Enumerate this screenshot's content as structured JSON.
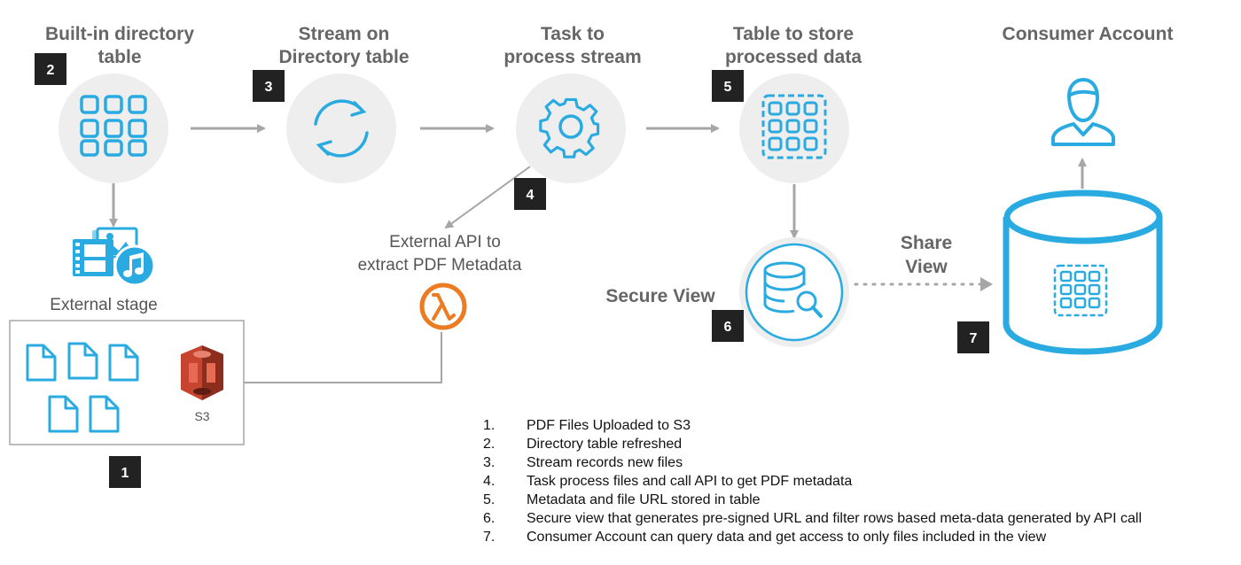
{
  "titles": {
    "directory_line1": "Built-in directory",
    "directory_line2": "table",
    "stream_line1": "Stream on",
    "stream_line2": "Directory table",
    "task_line1": "Task to",
    "task_line2": "process stream",
    "table_line1": "Table to store",
    "table_line2": "processed data",
    "consumer": "Consumer Account"
  },
  "labels": {
    "external_stage": "External stage",
    "s3": "S3",
    "external_api_line1": "External API to",
    "external_api_line2": "extract PDF Metadata",
    "secure_view": "Secure View",
    "share_line1": "Share",
    "share_line2": "View"
  },
  "badges": {
    "b1": "1",
    "b2": "2",
    "b3": "3",
    "b4": "4",
    "b5": "5",
    "b6": "6",
    "b7": "7"
  },
  "steps": [
    {
      "num": "1.",
      "text": "PDF Files Uploaded to S3"
    },
    {
      "num": "2.",
      "text": "Directory table refreshed"
    },
    {
      "num": "3.",
      "text": "Stream records new files"
    },
    {
      "num": "4.",
      "text": "Task process files and call API to get PDF metadata"
    },
    {
      "num": "5.",
      "text": "Metadata and file URL stored in table"
    },
    {
      "num": "6.",
      "text": "Secure view that generates pre-signed URL and filter rows based meta-data generated by API call"
    },
    {
      "num": "7.",
      "text": "Consumer Account can query data and get access to only files included in the view"
    }
  ],
  "colors": {
    "icon_blue": "#29abe2",
    "circle_bg": "#eeeeee",
    "arrow_gray": "#a6a6a6",
    "badge_bg": "#222222",
    "lambda_orange": "#ec7b22",
    "s3_red": "#c7442e"
  },
  "icons": [
    "grid-icon",
    "refresh-icon",
    "gear-icon",
    "dashed-grid-icon",
    "user-icon",
    "database-search-icon",
    "lambda-icon",
    "s3-bucket-icon",
    "media-files-icon",
    "document-icon"
  ]
}
